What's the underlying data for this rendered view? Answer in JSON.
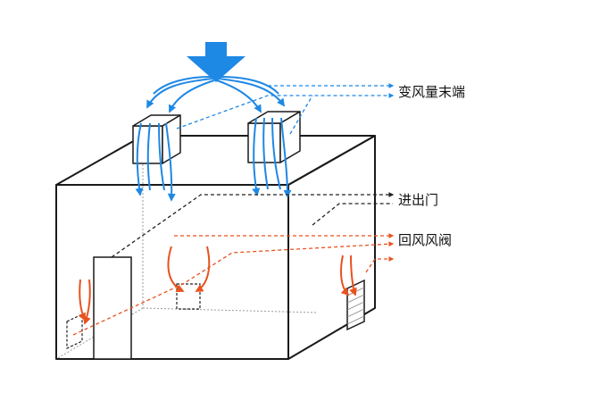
{
  "labels": {
    "vav_terminal": "变风量末端",
    "entrance_door": "进出门",
    "return_air_damper": "回风风阀"
  },
  "colors": {
    "supply": "#1e88e5",
    "return": "#e8521f",
    "outline": "#1a1a1a",
    "dashed_black": "#222222",
    "hidden_edge": "#9a9a9a"
  }
}
